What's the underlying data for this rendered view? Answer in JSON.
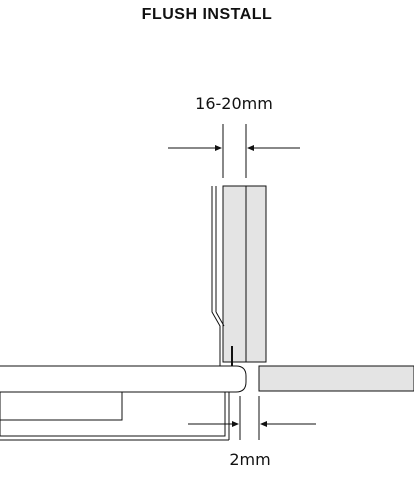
{
  "title": "FLUSH INSTALL",
  "dimensions": {
    "panel_thickness": "16-20mm",
    "gap": "2mm"
  },
  "colors": {
    "line": "#111111",
    "panel_fill": "#e4e4e4",
    "background": "#ffffff"
  }
}
